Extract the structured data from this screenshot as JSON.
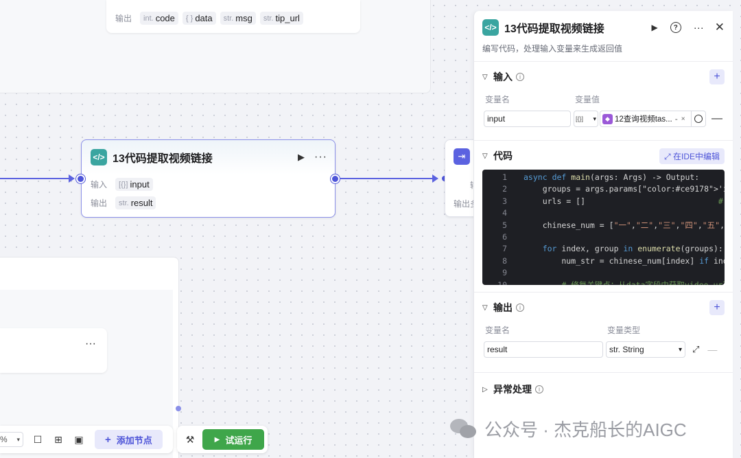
{
  "canvas": {
    "top_card": {
      "output_label": "输出",
      "tags": [
        {
          "type": "int.",
          "name": "code"
        },
        {
          "type": "{ }",
          "name": "data"
        },
        {
          "type": "str.",
          "name": "msg"
        },
        {
          "type": "str.",
          "name": "tip_url"
        }
      ]
    },
    "main_node": {
      "icon": "code-icon",
      "title": "13代码提取视频链接",
      "input_label": "输入",
      "input_tag": {
        "type": "[{}]",
        "name": "input"
      },
      "output_label": "输出",
      "output_tag": {
        "type": "str.",
        "name": "result"
      }
    },
    "right_node": {
      "input_partial": "输",
      "output_partial": "输出多"
    }
  },
  "toolbar": {
    "zoom_suffix": "%",
    "add_node_label": "添加节点",
    "run_label": "试运行"
  },
  "panel": {
    "title": "13代码提取视频链接",
    "description": "编写代码，处理输入变量来生成返回值",
    "input_section": {
      "title": "输入",
      "col_name": "变量名",
      "col_value": "变量值",
      "var_name": "input",
      "ref_type": "[{}]",
      "ref_value": "12查询视频tas...",
      "ref_suffix": "-"
    },
    "code_section": {
      "title": "代码",
      "ide_button": "在IDE中编辑",
      "lines": [
        {
          "n": "1",
          "text": "async def main(args: Args) -> Output:"
        },
        {
          "n": "2",
          "text": "    groups = args.params['input']        #"
        },
        {
          "n": "3",
          "text": "    urls = []                            #"
        },
        {
          "n": "4",
          "text": ""
        },
        {
          "n": "5",
          "text": "    chinese_num = [\"一\",\"二\",\"三\",\"四\",\"五\",\""
        },
        {
          "n": "6",
          "text": ""
        },
        {
          "n": "7",
          "text": "    for index, group in enumerate(groups):"
        },
        {
          "n": "8",
          "text": "        num_str = chinese_num[index] if inde"
        },
        {
          "n": "9",
          "text": ""
        },
        {
          "n": "10",
          "text": "        # 修复关键点：从data字段中获取video_url"
        }
      ]
    },
    "output_section": {
      "title": "输出",
      "col_name": "变量名",
      "col_type": "变量类型",
      "var_name": "result",
      "var_type": "str. String"
    },
    "exception_section": {
      "title": "异常处理"
    }
  },
  "watermark": "公众号 · 杰克船长的AIGC",
  "colors": {
    "accent": "#4e55d8",
    "run_green": "#3fa64a",
    "node_icon": "#3aa5a0"
  }
}
